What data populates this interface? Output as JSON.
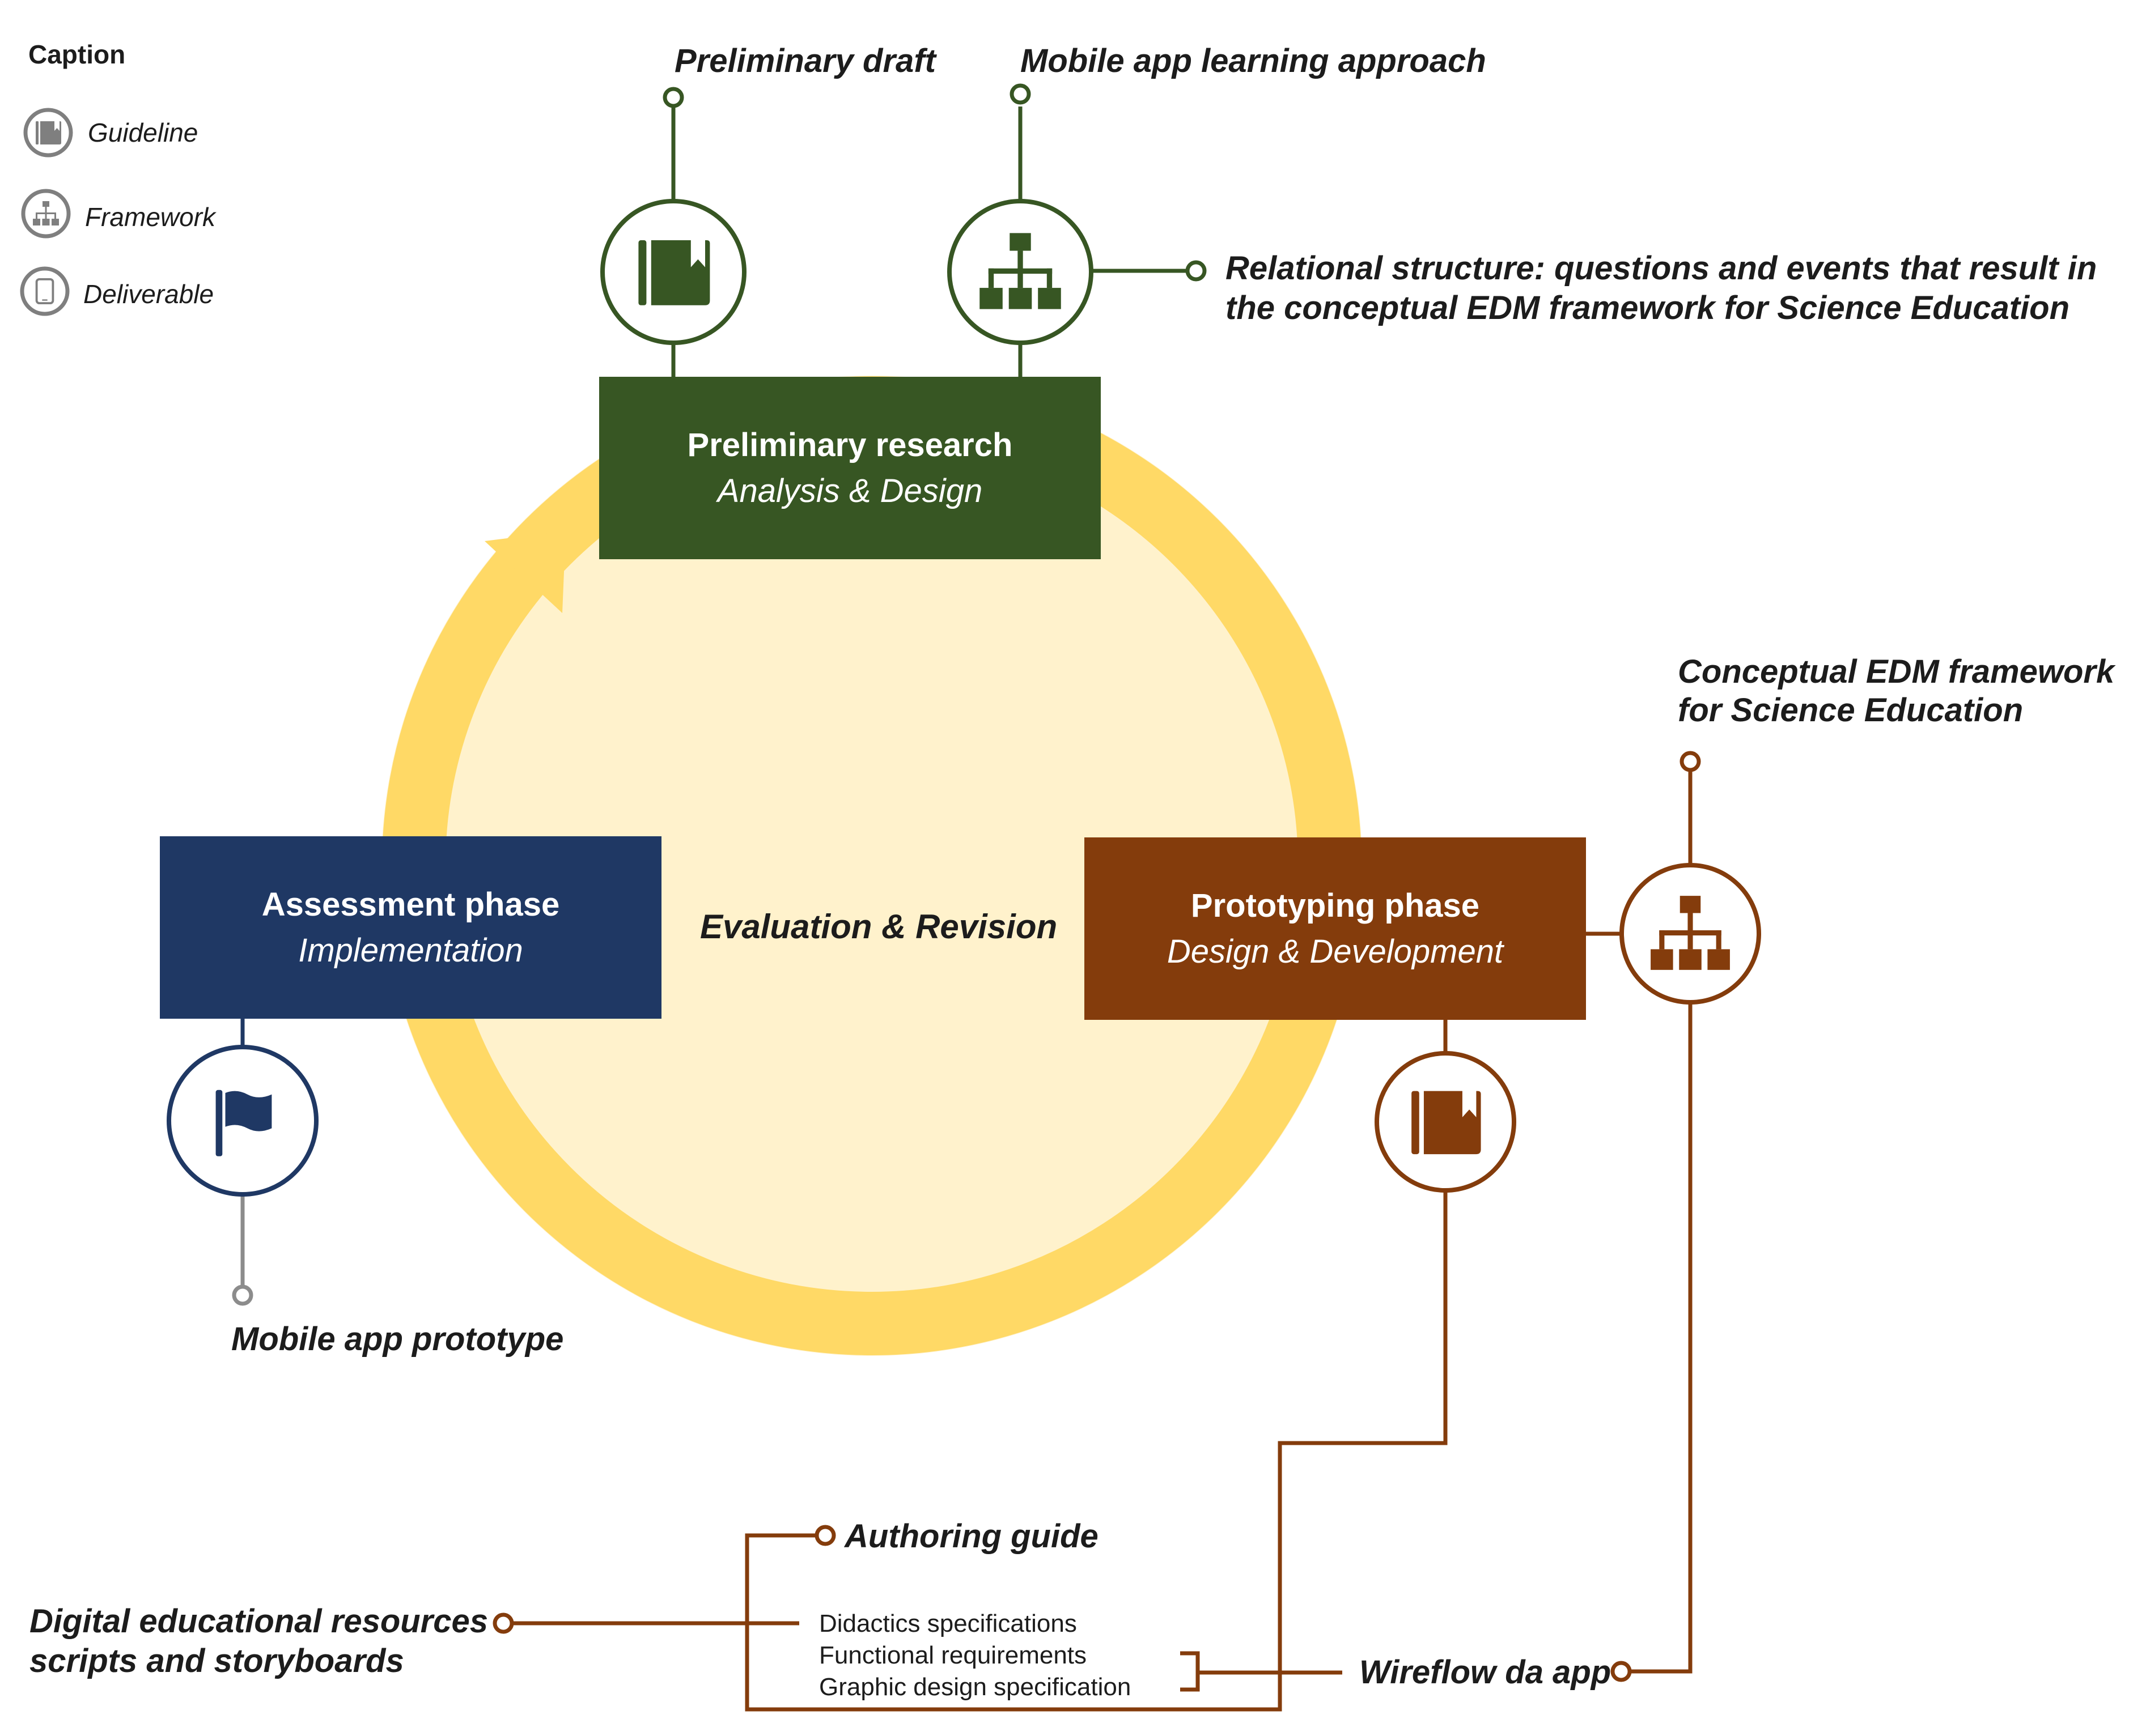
{
  "caption": {
    "title": "Caption",
    "items": [
      {
        "label": "Guideline",
        "icon": "book-icon"
      },
      {
        "label": "Framework",
        "icon": "hierarchy-icon"
      },
      {
        "label": "Deliverable",
        "icon": "tablet-icon"
      }
    ]
  },
  "phases": {
    "preliminary": {
      "title": "Preliminary research",
      "subtitle": "Analysis & Design",
      "color": "#375623"
    },
    "prototyping": {
      "title": "Prototyping phase",
      "subtitle": "Design & Development",
      "color": "#843C0C"
    },
    "assessment": {
      "title": "Assessment phase",
      "subtitle": "Implementation",
      "color": "#1F3864"
    }
  },
  "cycle": {
    "label": "Evaluation & Revision",
    "ring_color": "#FFD966",
    "fill_color": "#FFF2CC"
  },
  "outputs": {
    "preliminary_draft": "Preliminary draft",
    "mobile_app_learning": "Mobile app learning approach",
    "relational_structure": {
      "line1": "Relational structure: questions and events that result in",
      "line2": "the conceptual EDM framework for Science Education"
    },
    "conceptual_edm": {
      "line1": "Conceptual EDM framework",
      "line2": "for Science Education"
    },
    "mobile_app_prototype": "Mobile app prototype",
    "authoring_guide": "Authoring guide",
    "digital_resources": {
      "line1": "Digital educational resources",
      "line2": "scripts and storyboards"
    },
    "specs": [
      "Didactics specifications",
      "Functional requirements",
      "Graphic design specification"
    ],
    "wireflow": "Wireflow da app"
  },
  "icons": {
    "preliminary_left": "book-icon",
    "preliminary_right": "hierarchy-icon",
    "prototyping_right": "hierarchy-icon",
    "prototyping_bottom": "book-icon",
    "assessment_bottom": "flag-icon"
  },
  "colors": {
    "caption_gray": "#7F7F7F",
    "connector_gray": "#8C8C8C"
  }
}
